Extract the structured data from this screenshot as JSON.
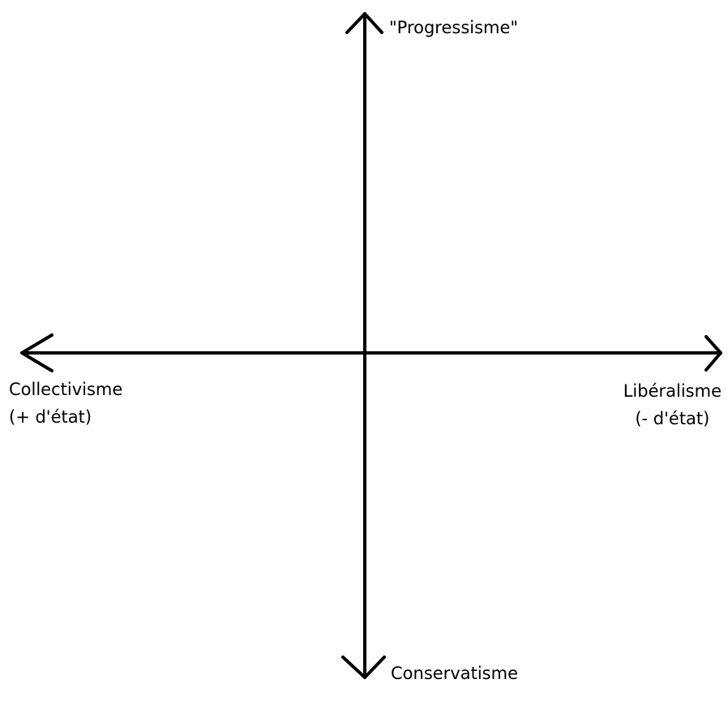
{
  "labels": {
    "top": "\"Progressisme\"",
    "bottom": "Conservatisme",
    "left": {
      "line1": "Collectivisme",
      "line2": "(+ d'état)"
    },
    "right": {
      "line1": "Libéralisme",
      "line2": "(- d'état)"
    }
  },
  "colors": {
    "line": "#000000",
    "background": "#ffffff"
  }
}
